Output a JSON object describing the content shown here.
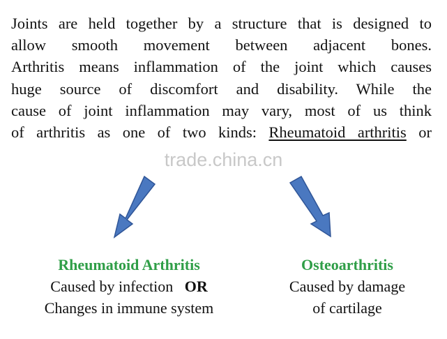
{
  "paragraph": {
    "lines": [
      "Joints are held together by a structure that is designed to",
      "allow smooth movement between adjacent bones.",
      "Arthritis means inflammation of the joint which causes",
      "huge source of discomfort and disability. While the",
      "cause of joint inflammation may vary, most of us think"
    ],
    "last_line_prefix": "of arthritis as one of two kinds: ",
    "last_line_link": "Rheumatoid arthritis",
    "last_line_suffix": " or"
  },
  "watermark": "trade.china.cn",
  "colors": {
    "arrow_fill": "#4a78c0",
    "arrow_stroke": "#2f5597",
    "title_green": "#2f9e47"
  },
  "left_box": {
    "title": "Rheumatoid Arthritis",
    "line1": "Caused by infection",
    "or": "OR",
    "line2": "Changes in immune system"
  },
  "right_box": {
    "title": "Osteoarthritis",
    "line1": "Caused by damage",
    "line2": "of cartilage"
  }
}
